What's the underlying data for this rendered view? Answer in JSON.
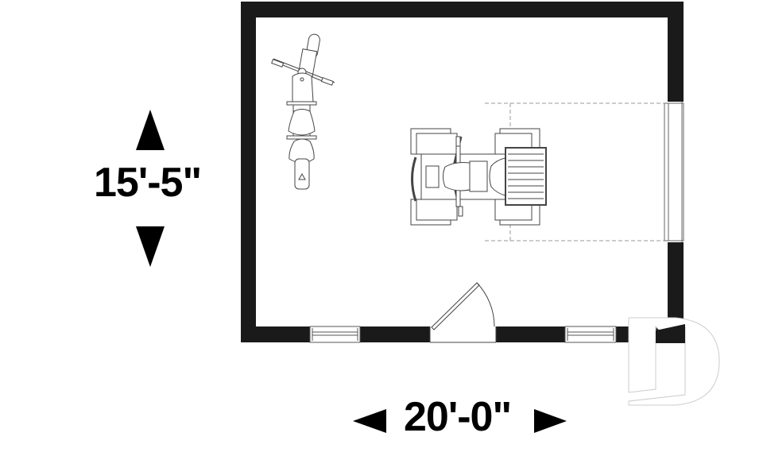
{
  "plan": {
    "type": "garage floor plan",
    "wall_color": "#1a1a1a",
    "line_color": "#444444",
    "dimensions": {
      "depth": "15'-5\"",
      "width": "20'-0\""
    },
    "fixtures": [
      {
        "name": "motorcycle",
        "orientation": "vertical"
      },
      {
        "name": "atv-quad",
        "orientation": "horizontal"
      },
      {
        "name": "garage-door",
        "wall": "right"
      },
      {
        "name": "entry-door",
        "wall": "bottom"
      },
      {
        "name": "window-left",
        "wall": "bottom"
      },
      {
        "name": "window-right",
        "wall": "bottom"
      }
    ],
    "watermark": "D"
  }
}
